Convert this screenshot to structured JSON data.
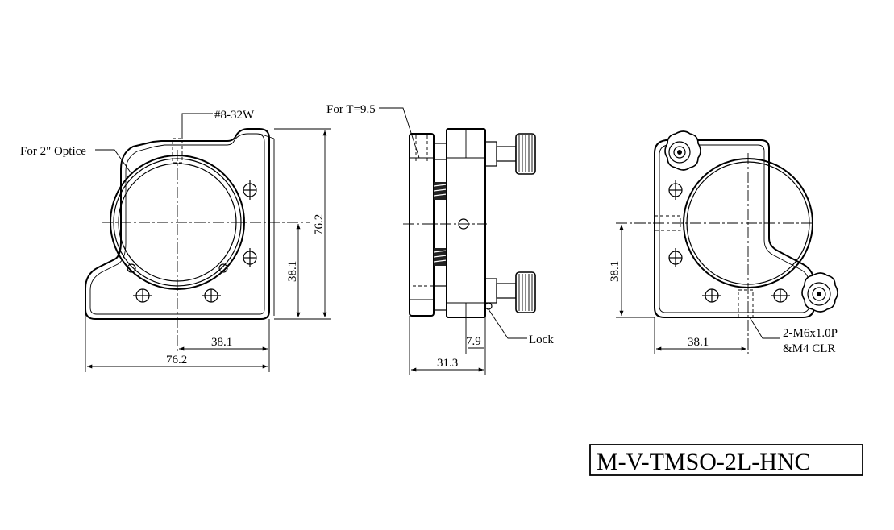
{
  "model_number": "M-V-TMSO-2L-HNC",
  "front_view": {
    "thread_label": "#8-32W",
    "optic_label": "For 2\" Optice",
    "dim_height": "76.2",
    "dim_center_height": "38.1",
    "dim_center_width": "38.1",
    "dim_width": "76.2"
  },
  "side_view": {
    "thickness_label": "For T=9.5",
    "lock_label": "Lock",
    "dim_knob_offset": "7.9",
    "dim_depth": "31.3"
  },
  "back_view": {
    "dim_center_height": "38.1",
    "dim_center_width": "38.1",
    "tap_label_line1": "2-M6x1.0P",
    "tap_label_line2": "&M4 CLR"
  }
}
